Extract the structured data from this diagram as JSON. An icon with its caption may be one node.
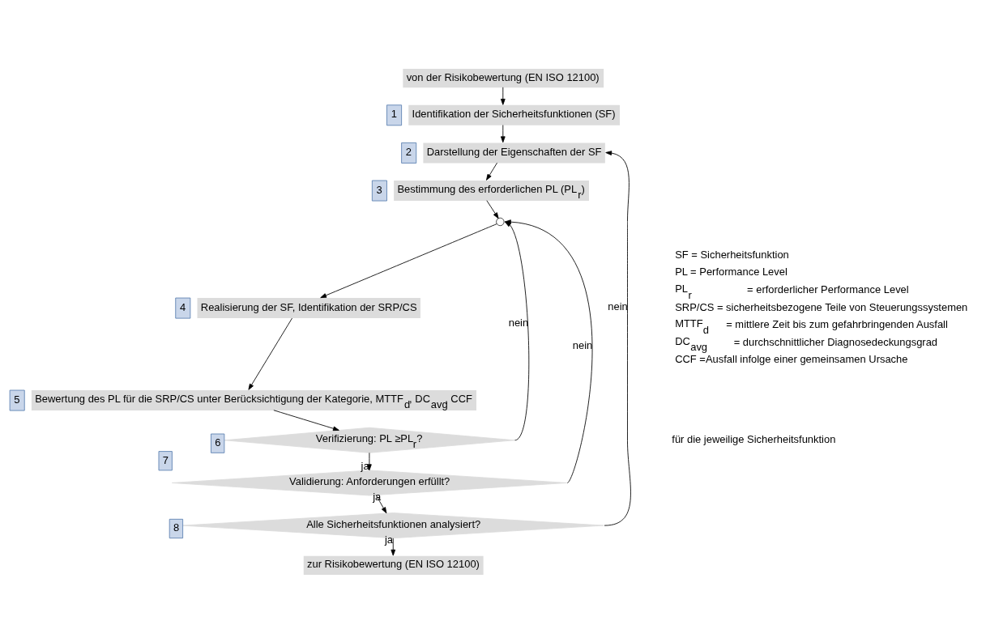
{
  "diagram": {
    "nodes": [
      {
        "text": [
          "von der Risikobewertung (EN ISO 12100)"
        ]
      },
      {
        "text": [
          "Identifikation der Sicherheitsfunktionen (SF)"
        ],
        "beside": [
          "1"
        ]
      },
      {
        "text": [
          "Darstellung der Eigenschaften der SF"
        ],
        "beside": [
          "2"
        ]
      },
      {
        "text": [
          "Bestimmung des erforderlichen PL (PL$_{r}$)"
        ],
        "beside": [
          "3"
        ]
      },
      {
        "text": [],
        "shape": "circle"
      },
      {
        "text": [
          "Realisierung der SF, Identifikation der SRP/CS"
        ],
        "beside": [
          "4"
        ]
      },
      {
        "text": [
          "Bewertung des PL für die SRP/CS unter Berücksichtigung der Kategorie, MTTF$_{d}$, DC$_{avg}$, CCF"
        ],
        "beside": [
          "5"
        ]
      },
      {
        "text": [
          "Verifizierung: PL ≥PL$_{r}$?"
        ],
        "beside": [
          "6"
        ]
      },
      {
        "text": [
          "Validierung: Anforderungen erfüllt?"
        ],
        "beside": [
          "7"
        ]
      },
      {
        "text": [
          "Alle Sicherheitsfunktionen analysiert?"
        ],
        "beside": [
          "8"
        ]
      },
      {
        "text": [
          "zur Risikobewertung (EN ISO 12100)"
        ]
      }
    ],
    "edges": [
      {
        "from": 0,
        "to": 1,
        "arrow": "to"
      },
      {
        "from": 1,
        "to": 2,
        "arrow": "to"
      },
      {
        "from": 2,
        "to": 3,
        "arrow": "to"
      },
      {
        "from": 3,
        "to": 4,
        "arrow": "to"
      },
      {
        "from": 4,
        "to": 5,
        "arrow": "to"
      },
      {
        "from": 5,
        "to": 6,
        "arrow": "to"
      },
      {
        "from": 6,
        "to": 7,
        "arrow": "to"
      },
      {
        "from": 7,
        "to": 8,
        "arrow": "to",
        "label": "ja"
      },
      {
        "from": 8,
        "to": 9,
        "arrow": "to",
        "label": "ja"
      },
      {
        "from": 9,
        "to": 10,
        "arrow": "to",
        "label": "ja"
      },
      {
        "from": 7,
        "to": 4,
        "arrow": "to",
        "label": "nein"
      },
      {
        "from": 8,
        "to": 4,
        "arrow": "to",
        "label": "nein"
      },
      {
        "from": 9,
        "to": 2,
        "arrow": "to",
        "label": "nein"
      }
    ],
    "labels": [
      "für die jeweilige Sicherheitsfunktion",
      "SF = Sicherheitsfunktion",
      "PL = Performance Level",
      "PL$_{r}$ = erforderlicher Performance Level",
      "SRP/CS = sicherheitsbezogene Teile von Steuerungssystemen",
      "MTTF$_{d}$ = mittlere Zeit bis zum gefahrbringenden Ausfall",
      "DC$_{avg}$ = durchschnittlicher Diagnosedeckungsgrad",
      "CCF =Ausfall infolge einer gemeinsamen Ursache"
    ]
  }
}
